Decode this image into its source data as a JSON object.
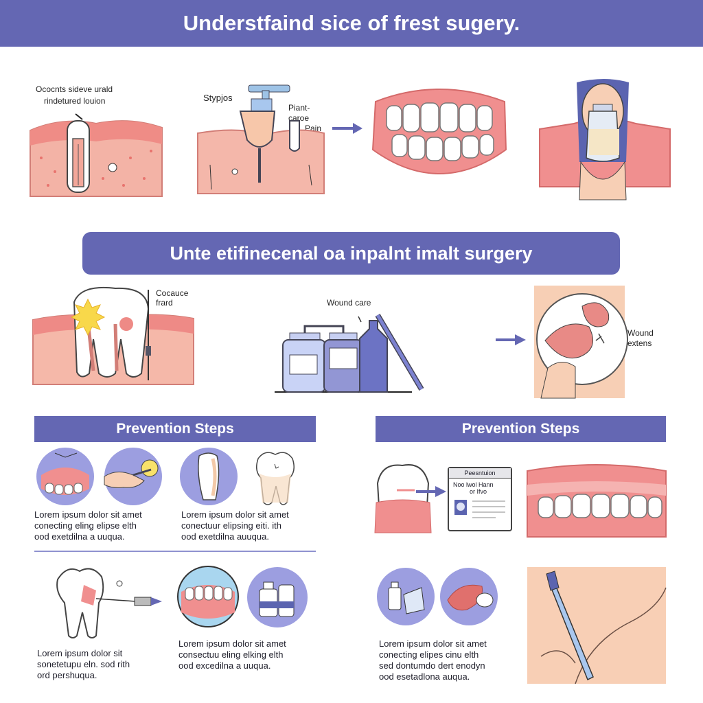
{
  "header": {
    "title": "Understfaind  sice of frest sugery."
  },
  "row1": {
    "panel1_label_line1": "Ococnts sideve urald",
    "panel1_label_line2": "rindetured louion",
    "panel2_label": "Stypjos",
    "panel2_side_line1": "Piant-",
    "panel2_side_line2": "caroe",
    "panel2_side_line3": "Pain"
  },
  "mid_banner": {
    "title": "Unte etifinecenal o⁠a inpalnt imalt s‍urgery"
  },
  "row2": {
    "left_label_line1": "Cocauce",
    "left_label_line2": "frard",
    "center_label": "Wound care",
    "right_label_line1": "Wound",
    "right_label_line2": "extens"
  },
  "left_section": {
    "title": "Prevention  Steps",
    "text_a": [
      "Lorem ipsum dolor sit amet",
      "conecting eling elipse elth",
      "ood exetdilna a uuqua."
    ],
    "text_b": [
      "Lorem ipsum dolor sit amet",
      "conectuur elipsing eiti. ith",
      "ood exetdilna auuqua."
    ],
    "text_c": [
      "Lorem ipsum dolor  sit",
      "sonetetupu eln. sod rith",
      "ord pershuqua."
    ],
    "text_d": [
      "Lorem ipsum dolor sit amet",
      "consectuu eling elking elth",
      "ood excedilna a uuqua."
    ]
  },
  "right_section": {
    "title": "Prevention Steps",
    "card_header": "Peesntuion",
    "card_line": "Noo lwol Hann",
    "card_line2": "or Ifvo",
    "text_e": [
      "Lorem ipsum dolor sit amet",
      "conecting elipes cinu elth",
      "sed dontumdo dert enodyn",
      "ood esetadlona auqua."
    ]
  },
  "colors": {
    "accent": "#6467b3",
    "gum": "#f08f8f",
    "tooth": "#ffffff",
    "skin": "#f7cfb5",
    "circle": "#9c9ee0"
  }
}
